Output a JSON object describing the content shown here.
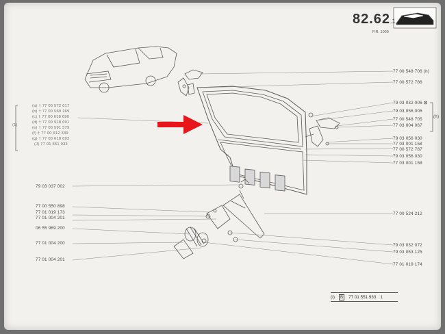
{
  "header": {
    "page_number": "82.62",
    "page_suffix": ".1",
    "page_ref": "P.R. 1009"
  },
  "left_refs": [
    "(a) † 77 00 572 617",
    "(b) † 77 00 569 169",
    "(c) † 77 00 618 690",
    "(d) † 77 00 918 691",
    "(e) † 77 00 591 579",
    "(f) † 77 00 612 339",
    "(g) † 77 00 618 692",
    "(J) 77 01 551 933"
  ],
  "left_refs_bracket": "(1)",
  "left_parts": [
    "79 03 037 002",
    "77 00 550 898",
    "77 01 019 173",
    "77 01 004 201",
    "06 55 969 200",
    "77 01 004 200",
    "77 01 004 201"
  ],
  "right_parts": [
    "77 00 548 706",
    "77 00 572 786",
    "79 03 032 006",
    "79 03 056 006",
    "77 00 548 705",
    "77 03 004 067",
    "79 03 056 030",
    "77 03 001 158",
    "77 00 572 787",
    "79 03 056 030",
    "77 03 001 158",
    "77 00 524 212",
    "79 03 032 072",
    "79 03 053 125",
    "77 01 019 174"
  ],
  "right_markers": {
    "h1": "(h)",
    "h2": "(h)",
    "box": "⊠"
  },
  "footer": {
    "ref": "(I)",
    "box": "B",
    "code": "77 01 551 933",
    "qty": "1"
  },
  "colors": {
    "arrow": "#e8151b",
    "paper": "#f2f1ee"
  }
}
